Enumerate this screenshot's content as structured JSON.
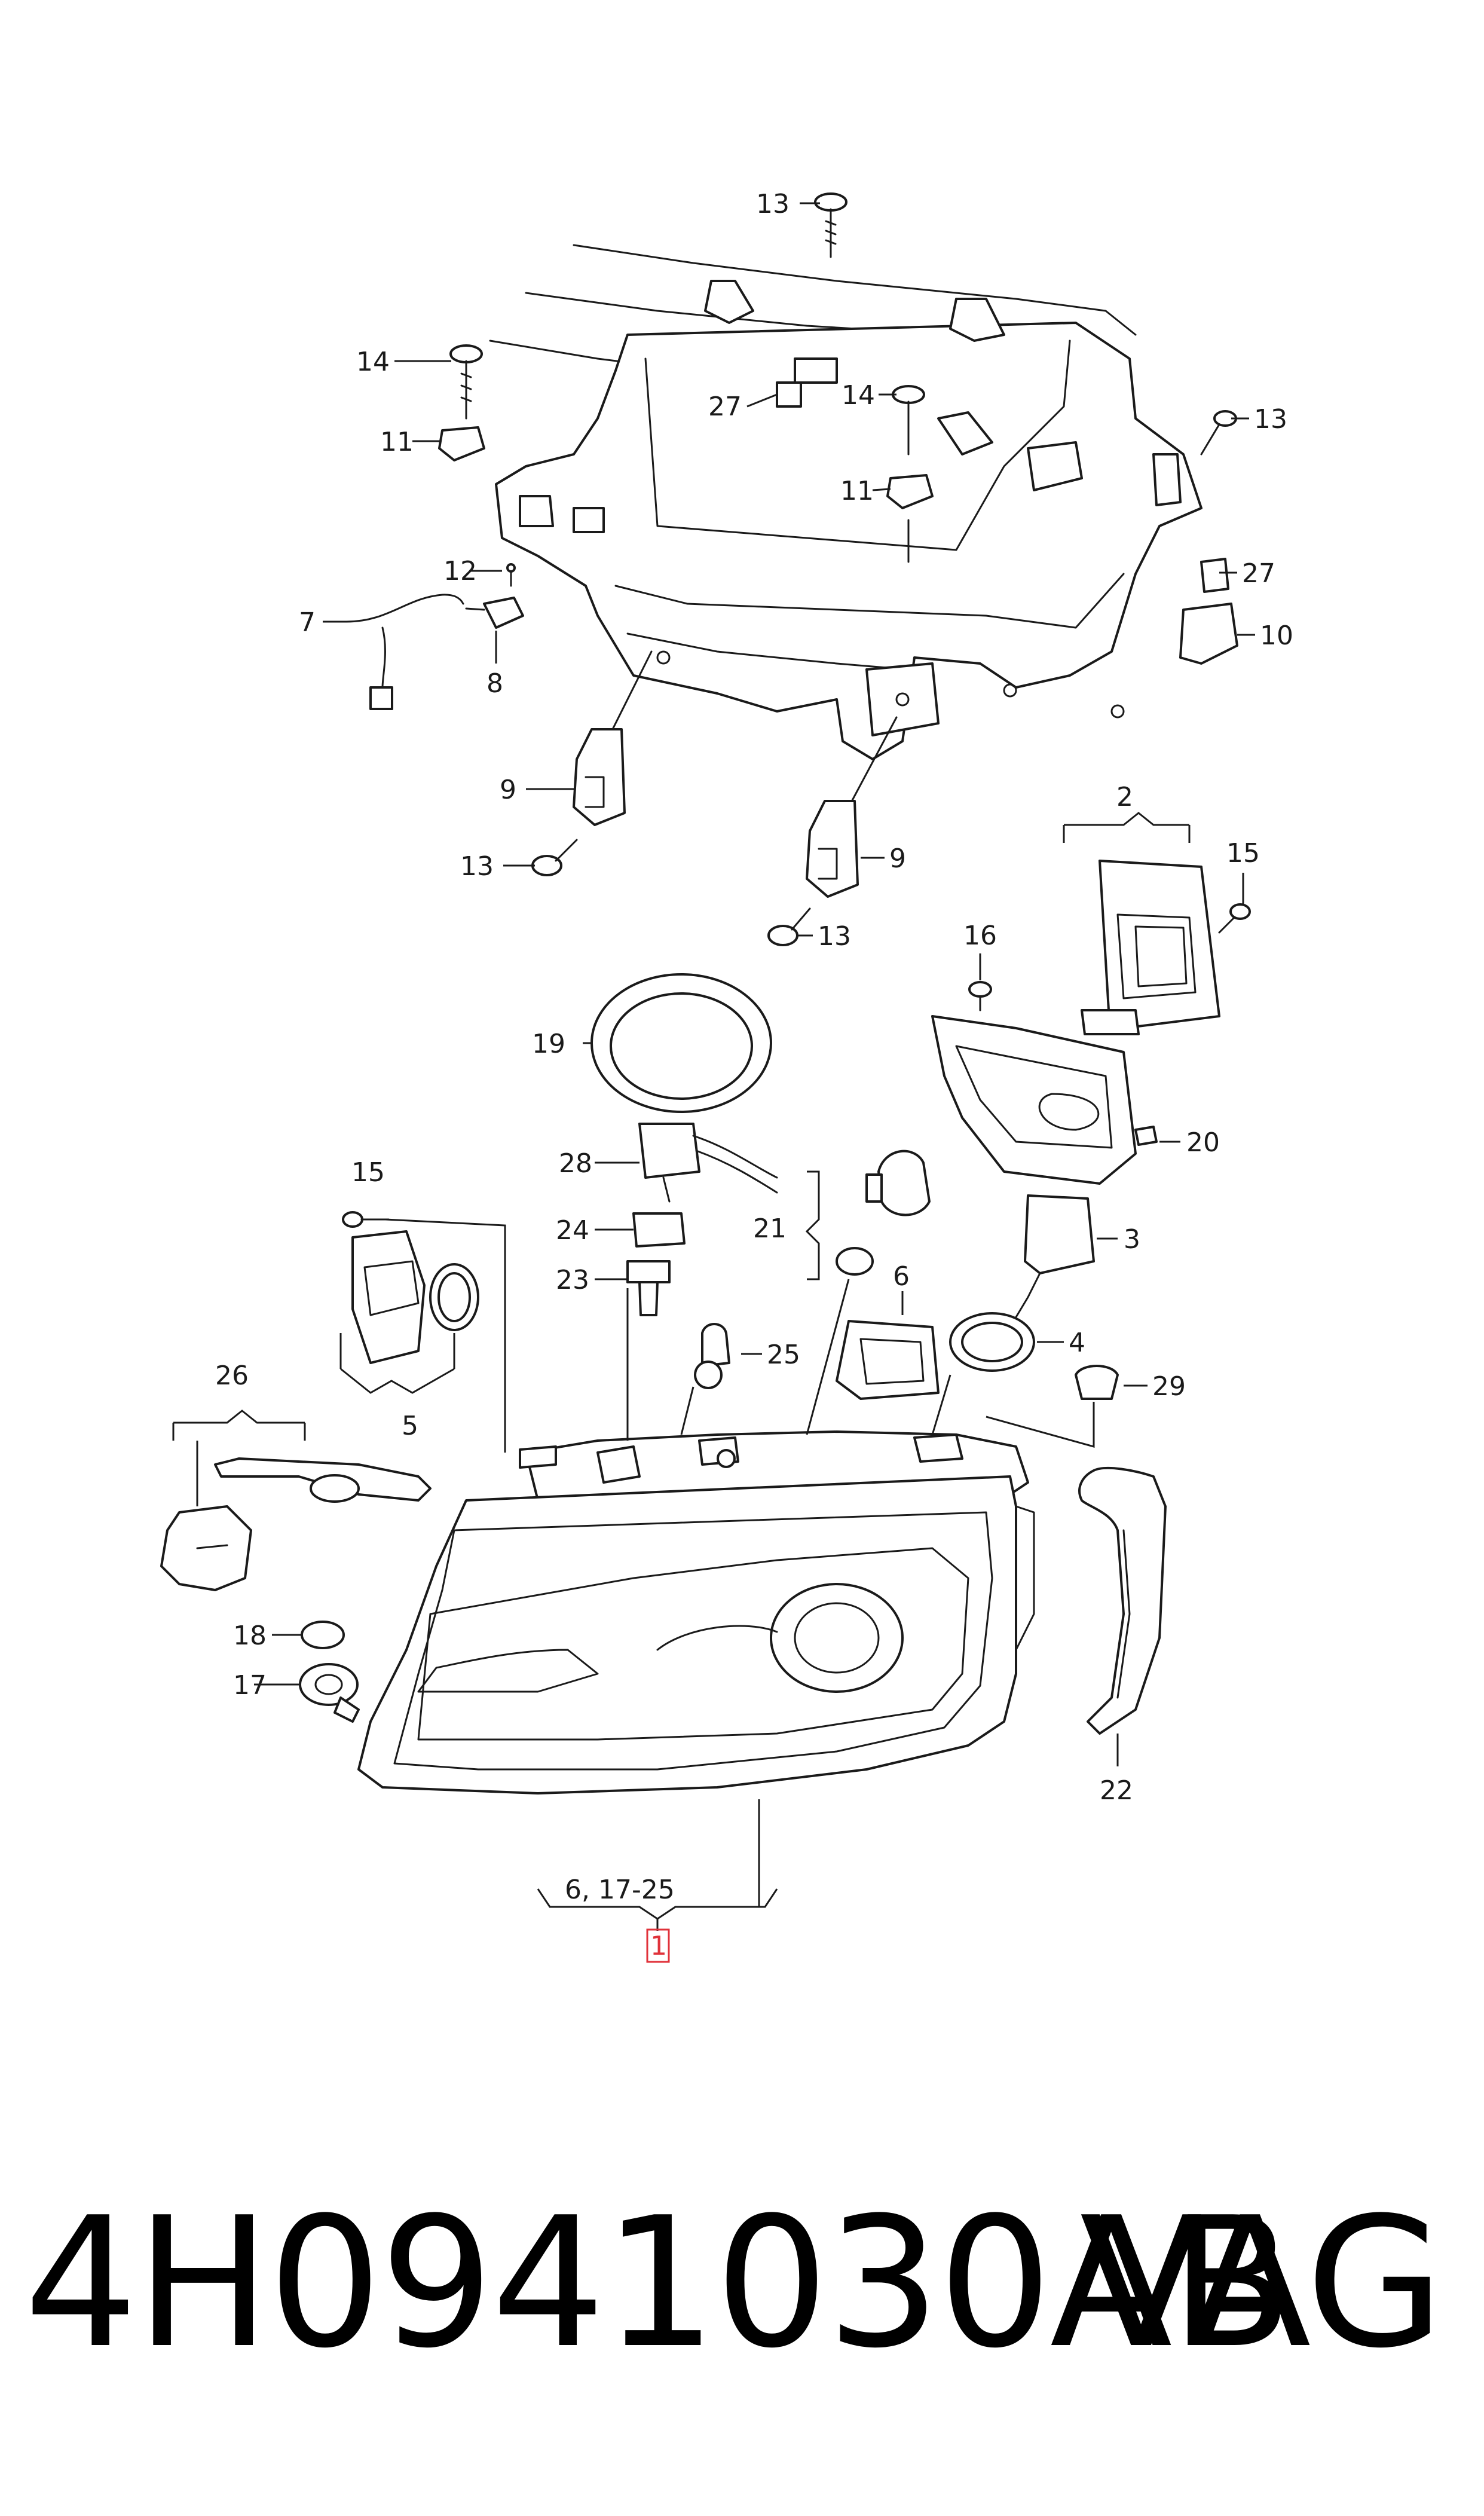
{
  "part_number": "4H0941030AB",
  "brand": "VAG",
  "callouts": {
    "c1": "1",
    "c2": "2",
    "c3": "3",
    "c4": "4",
    "c5": "5",
    "c6": "6",
    "c6b": "6",
    "c7": "7",
    "c8": "8",
    "c9a": "9",
    "c9b": "9",
    "c10": "10",
    "c11a": "11",
    "c11b": "11",
    "c12": "12",
    "c13a": "13",
    "c13b": "13",
    "c13c": "13",
    "c13d": "13",
    "c14a": "14",
    "c14b": "14",
    "c15a": "15",
    "c15b": "15",
    "c16": "16",
    "c17": "17",
    "c18": "18",
    "c19": "19",
    "c20": "20",
    "c21": "21",
    "c22": "22",
    "c23": "23",
    "c24": "24",
    "c25": "25",
    "c26": "26",
    "c27a": "27",
    "c27b": "27",
    "c28": "28",
    "c29": "29",
    "range": "6, 17-25"
  },
  "colors": {
    "line": "#1a1a1a",
    "highlight": "#e0323a"
  }
}
